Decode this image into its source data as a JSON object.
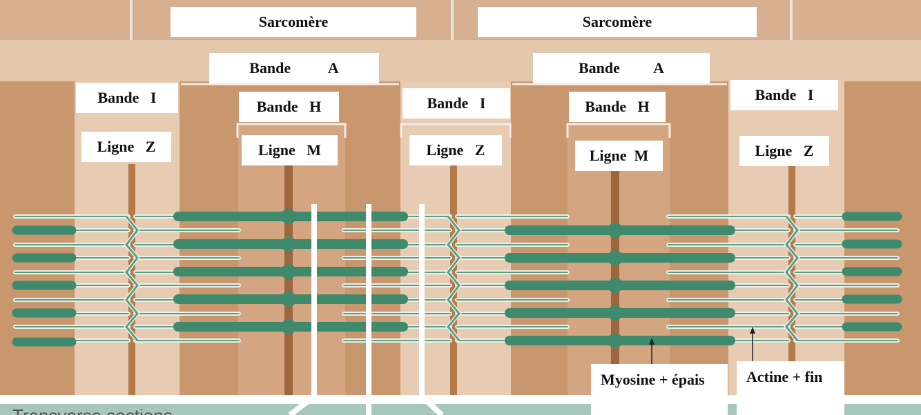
{
  "labels": {
    "sarcomere_left": "Sarcomère",
    "sarcomere_right": "Sarcomère",
    "band_a_left": "Bande          A",
    "band_a_right": "Bande         A",
    "band_i_left": "Bande   I",
    "band_i_middle": "Bande   I",
    "band_i_right": "Bande   I",
    "band_h_left": "Bande   H",
    "band_h_right": "Bande   H",
    "line_z_left": "Ligne   Z",
    "line_z_middle": "Ligne   Z",
    "line_z_right": "Ligne   Z",
    "line_m_left": "Ligne   M",
    "line_m_right": "Ligne  M",
    "myosin": "Myosine + épais",
    "actin": "Actine + fin"
  },
  "footer": {
    "caption": "Transverse sections"
  },
  "colors": {
    "background_tan": "#d9b79a",
    "band_light": "#e7cbb3",
    "band_dark": "#c9976e",
    "band_h": "#d0a17d",
    "z_line": "#b47a4a",
    "thick_filament": "#3f8a6c",
    "thin_filament": "#5e9e80",
    "bottom_panel": "#a8c7bb"
  }
}
